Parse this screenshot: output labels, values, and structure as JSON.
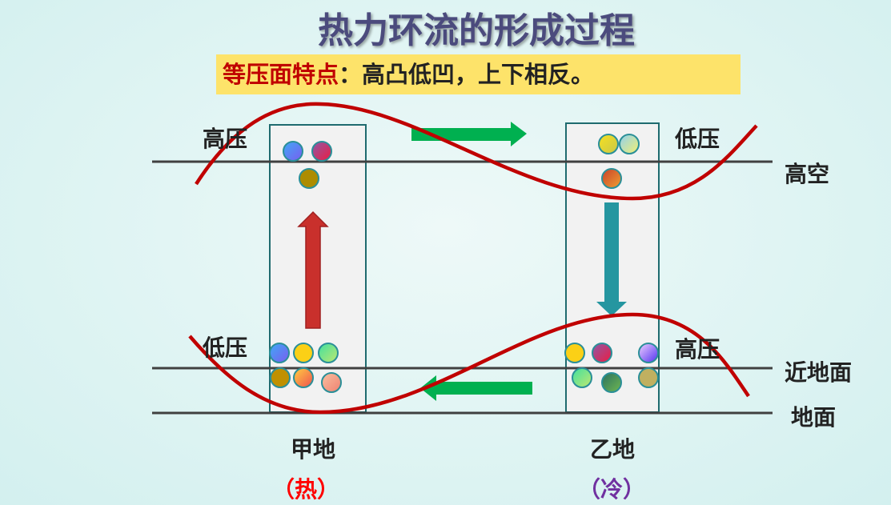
{
  "title": "热力环流的形成过程",
  "feature": {
    "label": "等压面特点",
    "text": "：高凸低凹，上下相反。"
  },
  "labels": {
    "left_high": "高压",
    "right_high_low": "低压",
    "upper_level": "高空",
    "left_low": "低压",
    "right_low_high": "高压",
    "near_ground": "近地面",
    "ground": "地面"
  },
  "places": {
    "a": {
      "name": "甲地",
      "state": "（热）"
    },
    "b": {
      "name": "乙地",
      "state": "（冷）"
    }
  },
  "colors": {
    "curve": "#c00000",
    "wind": "#00b050",
    "rise": "#c9302c",
    "sink": "#2596a0",
    "hot": "#ff0000",
    "cold": "#7030a0"
  }
}
